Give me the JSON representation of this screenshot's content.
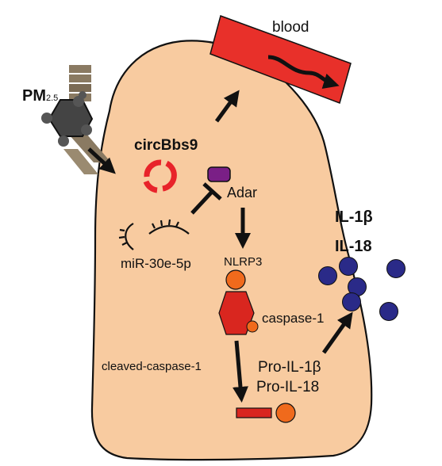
{
  "labels": {
    "pm_main": "PM",
    "pm_sub": "2.5",
    "circ": "circBbs9",
    "blood": "blood",
    "adar": "Adar",
    "mirna": "miR-30e-5p",
    "nlrp3": "NLRP3",
    "caspase1": "caspase-1",
    "cleaved": "cleaved-caspase-1",
    "pro_il1b": "Pro-IL-1β",
    "pro_il18": "Pro-IL-18",
    "il1b": "IL-1β",
    "il18": "IL-18"
  },
  "colors": {
    "cell": "#f8cba0",
    "blood": "#e8302a",
    "circ_ring": "#e8232a",
    "adar": "#7a1f86",
    "nlrp3_head": "#f06a1c",
    "nlrp3_body": "#d9261f",
    "cytokine": "#2a2a88",
    "pm_particle": "#444444",
    "arrow": "#111111"
  }
}
